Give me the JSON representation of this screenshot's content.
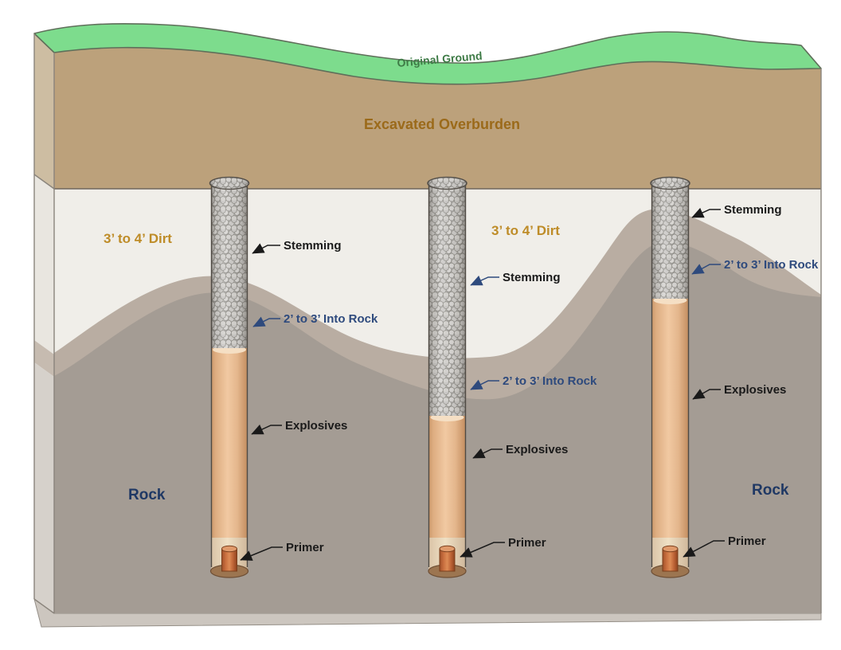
{
  "diagram": {
    "surface": {
      "label": "Original Ground",
      "band_color": "#7ddc8d",
      "text_color": "#3e7b46"
    },
    "overburden": {
      "label": "Excavated Overburden",
      "color": "#bca17b",
      "side_color": "#cdbda2",
      "text_color": "#9b6a1a"
    },
    "dirt": {
      "label": "3’ to 4’ Dirt",
      "color": "#f0eee9",
      "text_color": "#be8c28"
    },
    "weathered_rock": {
      "color": "#b9ada2"
    },
    "rock": {
      "label": "Rock",
      "color": "#a49c94",
      "text_color": "#1f3864"
    },
    "annotation_colors": {
      "black": "#1a1a1a",
      "navy": "#2e4a7d"
    },
    "materials": {
      "stemming_color": "#cbc9c6",
      "explosives_color": "#edc29b",
      "primer_color": "#c8703f"
    },
    "boreholes": [
      {
        "stemming": "Stemming",
        "into_rock": "2’ to 3’ Into Rock",
        "explosives": "Explosives",
        "primer": "Primer"
      },
      {
        "stemming": "Stemming",
        "into_rock": "2’ to 3’ Into Rock",
        "explosives": "Explosives",
        "primer": "Primer"
      },
      {
        "stemming": "Stemming",
        "into_rock": "2’ to 3’ Into Rock",
        "explosives": "Explosives",
        "primer": "Primer"
      }
    ]
  }
}
